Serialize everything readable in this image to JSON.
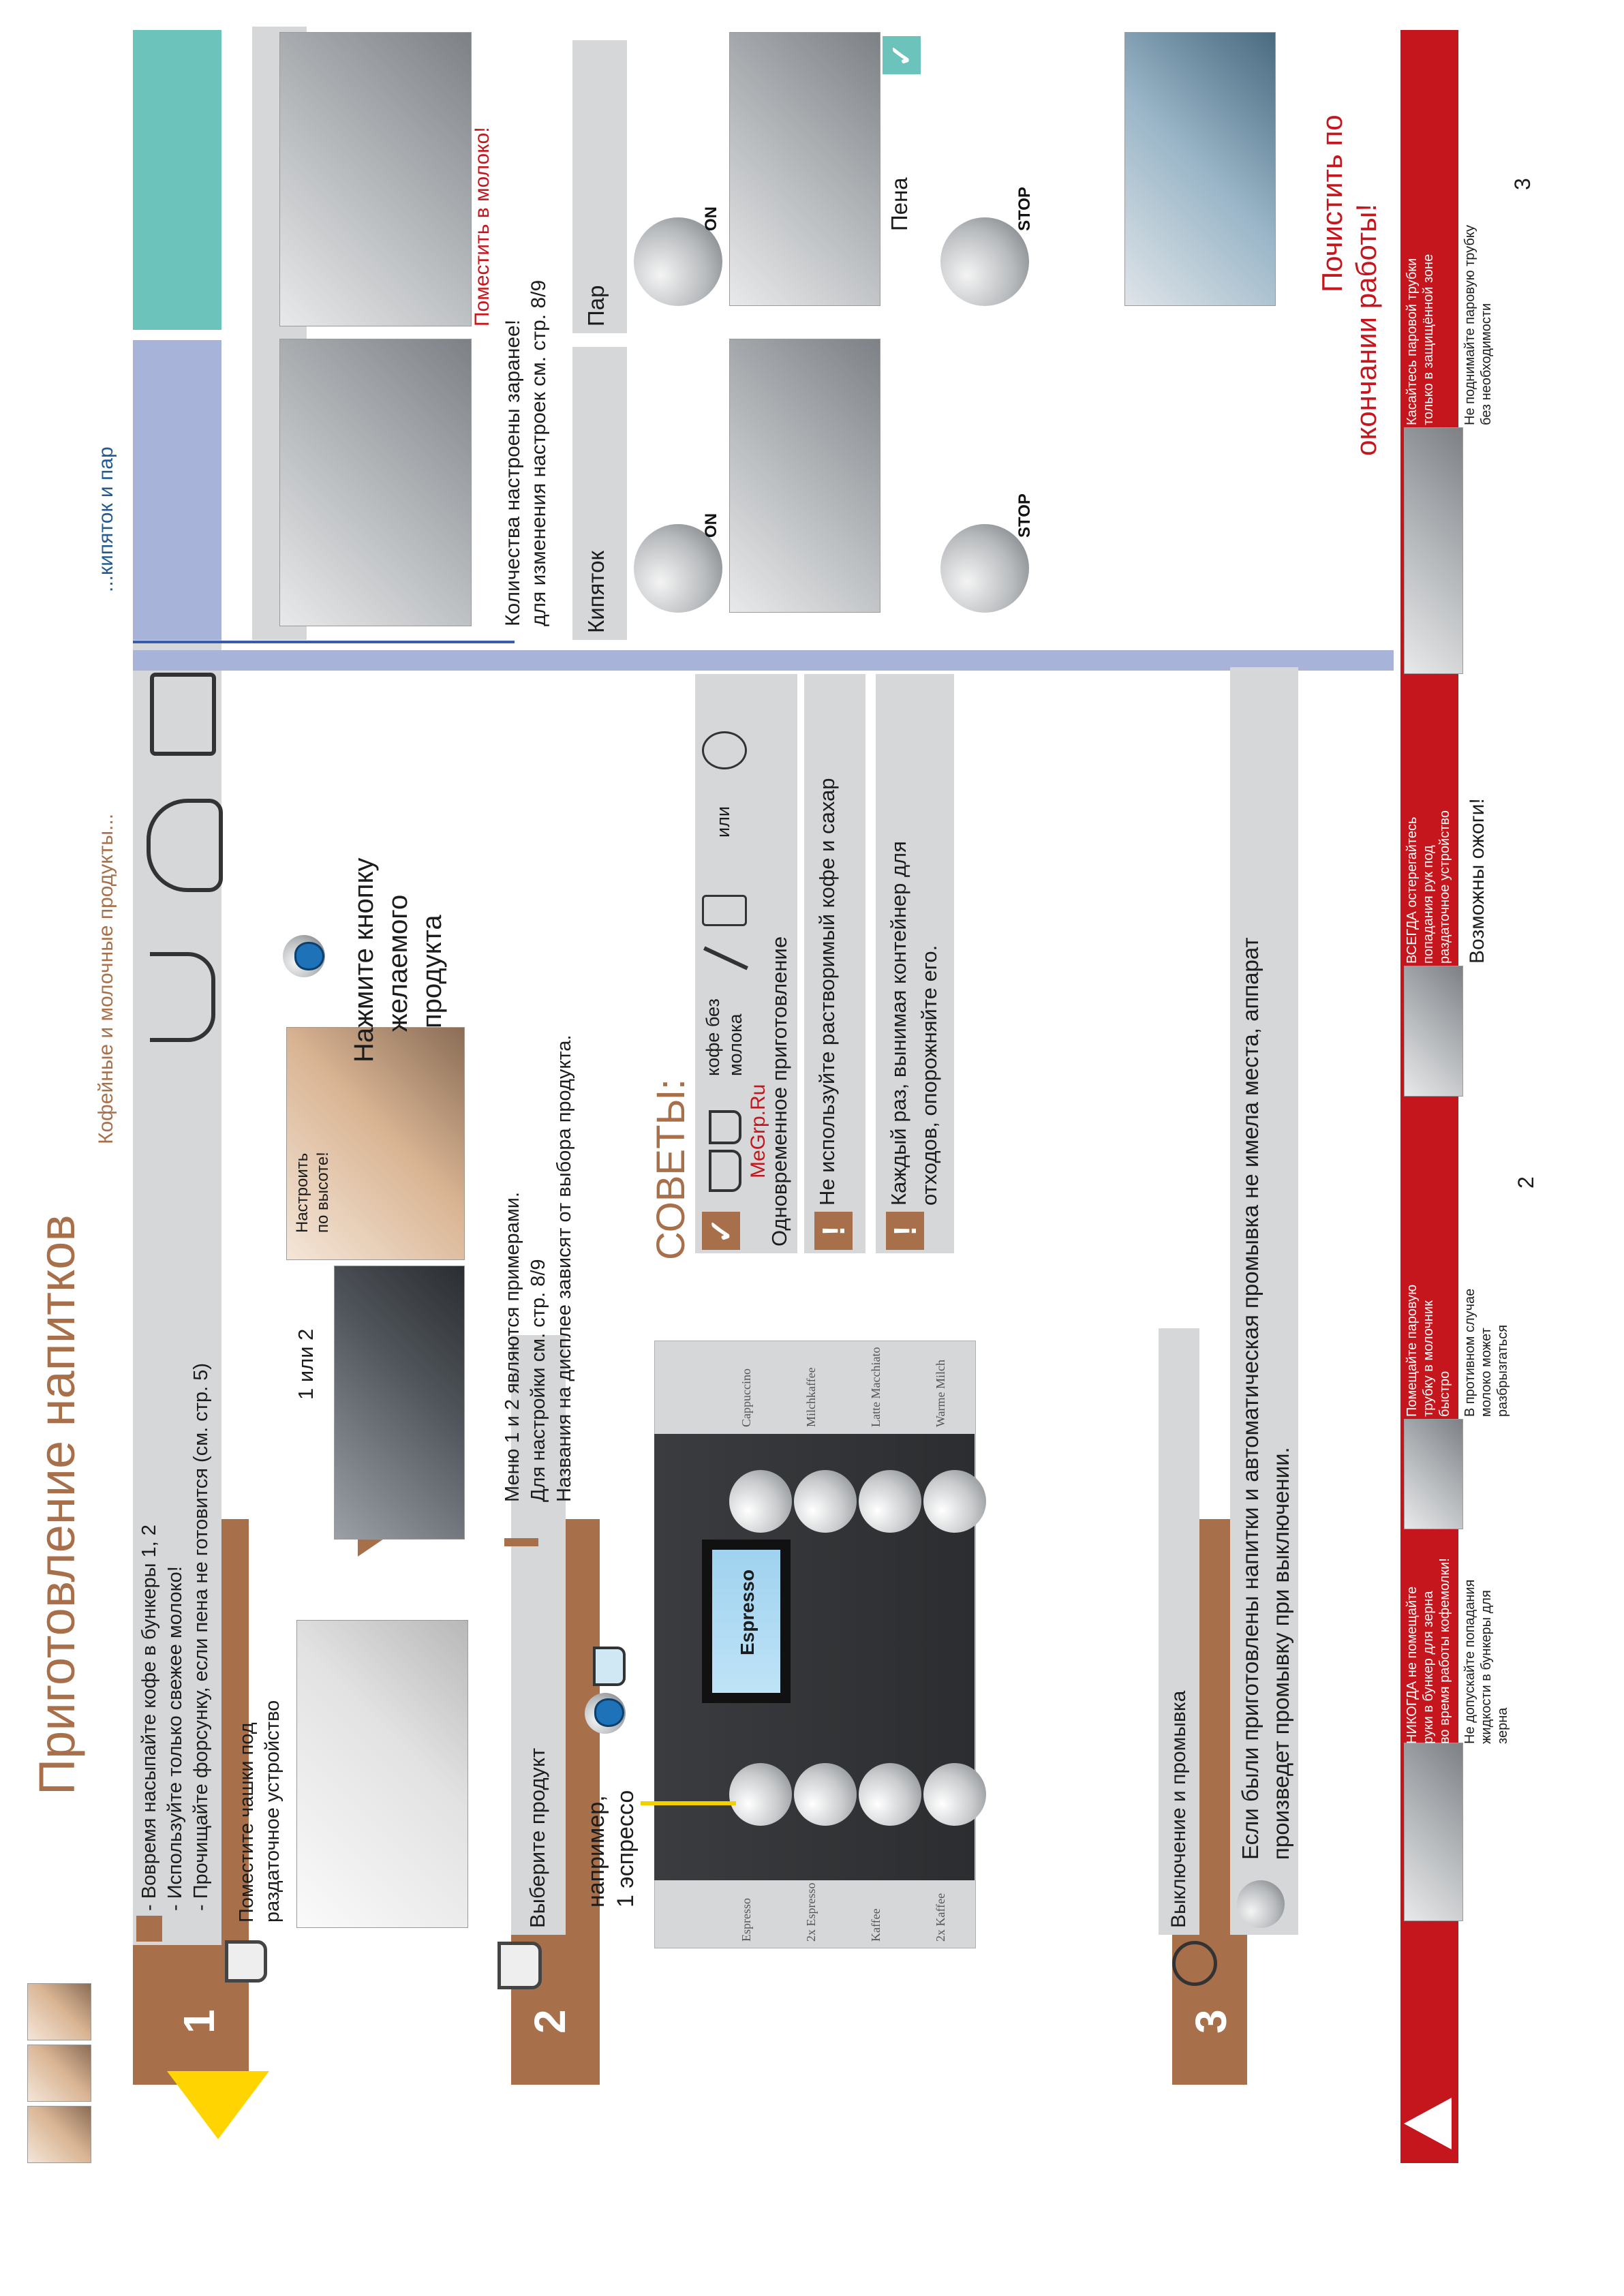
{
  "header": {
    "title": "Приготовление напитков",
    "subtitle_coffee": "Кофейные и молочные продукты...",
    "subtitle_water": "...кипяток и пар"
  },
  "step1": {
    "number": "1",
    "bullets": [
      "- Вовремя насыпайте кофе в бункеры 1, 2",
      "- Используйте только свежее молоко!",
      "- Прочищайте форсунку, если пена не готовится (см. стр. 5)"
    ],
    "place_cups": [
      "Поместите чашки под",
      "раздаточное устройство"
    ],
    "one_or_two": "1 или 2",
    "adjust_height": [
      "Настроить",
      "по высоте!"
    ],
    "press_button": [
      "Нажмите кнопку",
      "желаемого",
      "продукта"
    ]
  },
  "step2": {
    "number": "2",
    "select_product": "Выберите продукт",
    "notes": [
      "Меню 1 и 2 являются примерами.",
      "Для настройки см. стр. 8/9",
      "Названия на дисплее зависят от выбора продукта."
    ],
    "example": [
      "например,",
      "1 эспрессо"
    ],
    "display_text": "Espresso",
    "panel_left_labels": [
      "Espresso",
      "2x Espresso",
      "Kaffee",
      "2x Kaffee"
    ],
    "panel_right_labels": [
      "Cappuccino",
      "Milchkaffee",
      "Latte Macchiato",
      "Warme Milch"
    ]
  },
  "tips": {
    "heading": "СОВЕТЫ:",
    "coffee_without_milk": [
      "кофе без",
      "молока"
    ],
    "or": "или",
    "simultaneous": "Одновременное приготовление",
    "no_instant": "Не используйте растворимый кофе и сахар",
    "waste": [
      "Каждый раз, вынимая контейнер для",
      "отходов, опорожняйте его."
    ]
  },
  "step3": {
    "number": "3",
    "title": "Выключение и промывка",
    "text": [
      "Если были приготовлены напитки и автоматическая промывка не имела места, аппарат",
      "произведет промывку при выключении."
    ]
  },
  "hot_water_steam": {
    "put_in_milk": "Поместить в молоко!",
    "preset": [
      "Количества настроены заранее!",
      "для изменения настроек см. стр. 8/9"
    ],
    "hot_water": "Кипяток",
    "steam": "Пар",
    "foam": "Пена",
    "on": "ON",
    "stop": "STOP",
    "clean_after": [
      "Почистить по",
      "окончании работы!"
    ]
  },
  "warnings": {
    "never_hands": [
      "НИКОГДА не помещайте",
      "руки в бункер для зерна",
      "во время работы кофемолки!"
    ],
    "no_liquid": [
      "Не допускайте попадания",
      "жидкости в бункеры для",
      "зерна"
    ],
    "steam_tube": [
      "Помещайте паровую",
      "трубку в молочник",
      "быстро"
    ],
    "splash": [
      "В противном случае",
      "молоко может",
      "разбрызгаться"
    ],
    "always_hands": [
      "ВСЕГДА остерегайтесь",
      "попадания рук под",
      "раздаточное устройство"
    ],
    "burns": "Возможны ожоги!",
    "touch_tube": [
      "Касайтесь паровой трубки",
      "только в защищённой зоне"
    ],
    "dont_lift": [
      "Не поднимайте паровую трубку",
      "без необходимости"
    ],
    "num2": "2",
    "num3": "3"
  },
  "watermark": "MeGrp.Ru",
  "colors": {
    "brown": "#a8704a",
    "blue_bar": "#a7b3d8",
    "teal": "#6cc3bb",
    "red": "#c4161c",
    "gray": "#d6d7d8"
  }
}
